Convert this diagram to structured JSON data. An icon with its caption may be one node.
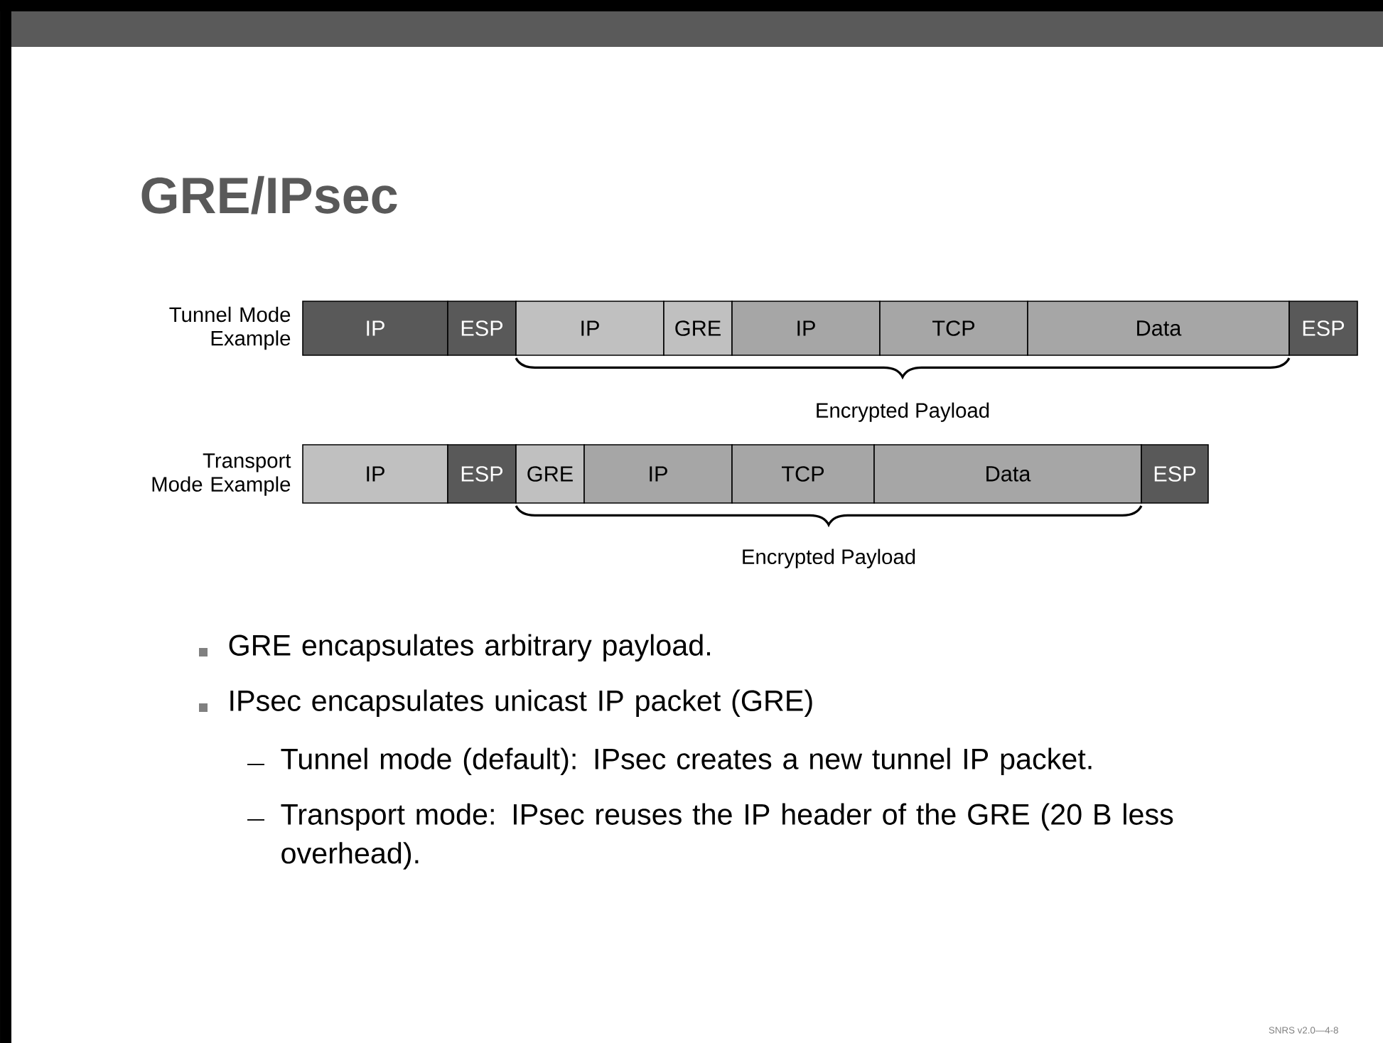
{
  "diagram": {
    "title": "GRE/IPsec",
    "nodes": [
      {
        "text": [
          "IP"
        ]
      },
      {
        "text": [
          "ESP"
        ]
      },
      {
        "text": [
          "IP"
        ]
      },
      {
        "text": [
          "GRE"
        ]
      },
      {
        "text": [
          "IP"
        ]
      },
      {
        "text": [
          "TCP"
        ]
      },
      {
        "text": [
          "Data"
        ]
      },
      {
        "text": [
          "ESP"
        ]
      },
      {
        "text": [
          "IP"
        ]
      },
      {
        "text": [
          "ESP"
        ]
      },
      {
        "text": [
          "GRE"
        ]
      },
      {
        "text": [
          "IP"
        ]
      },
      {
        "text": [
          "TCP"
        ]
      },
      {
        "text": [
          "Data"
        ]
      },
      {
        "text": [
          "ESP"
        ]
      }
    ],
    "labels": [
      "Tunnel Mode Example",
      "Encrypted Payload",
      "Transport Mode Example",
      "Encrypted Payload",
      "GRE encapsulates arbitrary payload.",
      "IPsec encapsulates unicast IP packet (GRE)",
      "Tunnel mode (default): IPsec creates a new tunnel IP packet.",
      "Transport mode: IPsec reuses the IP header of the GRE (20 B less overhead).",
      "SNRS v2.0—4-8"
    ]
  }
}
